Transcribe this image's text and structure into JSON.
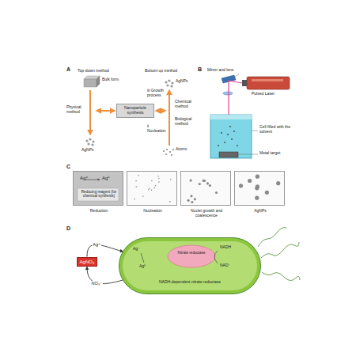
{
  "diagram": {
    "nodes": [
      {
        "text": [
          "Nanoparticle synthesis"
        ]
      },
      {
        "text": [
          "Ag⁺",
          "Ag⁰",
          "Reducing reagent (for chemical synthesis)",
          "Reduction"
        ]
      },
      {
        "text": [
          "Nucleation"
        ]
      },
      {
        "text": [
          "Nuclei growth and coalescence"
        ]
      },
      {
        "text": [
          "AgNPs"
        ]
      },
      {
        "text": [
          "AgNO₃"
        ]
      },
      {
        "text": [
          "Ag⁺",
          "Ag⁰",
          "Nitrate reductase",
          "NADH",
          "NAD⁺",
          "NADH-dependent nitrate reductase"
        ]
      }
    ],
    "edges": [
      {
        "from": 5,
        "to": 6,
        "label": "Ag⁺",
        "arrow": "to"
      },
      {
        "from": 6,
        "to": 5,
        "label": "NO₃⁻",
        "arrow": "to"
      }
    ],
    "labels": [
      "A",
      "Top-down method",
      "Bottom-up method",
      "Bulk form",
      "Physical method",
      "AgNPs",
      "AgNPs",
      "iii Growth process",
      "ii Nucleation",
      "Atoms",
      "Chemical method",
      "Biological method",
      "B",
      "Mirror and lens",
      "Pulsed Laser",
      "Cell filled with the solvent",
      "Metal target",
      "C",
      "D"
    ]
  }
}
